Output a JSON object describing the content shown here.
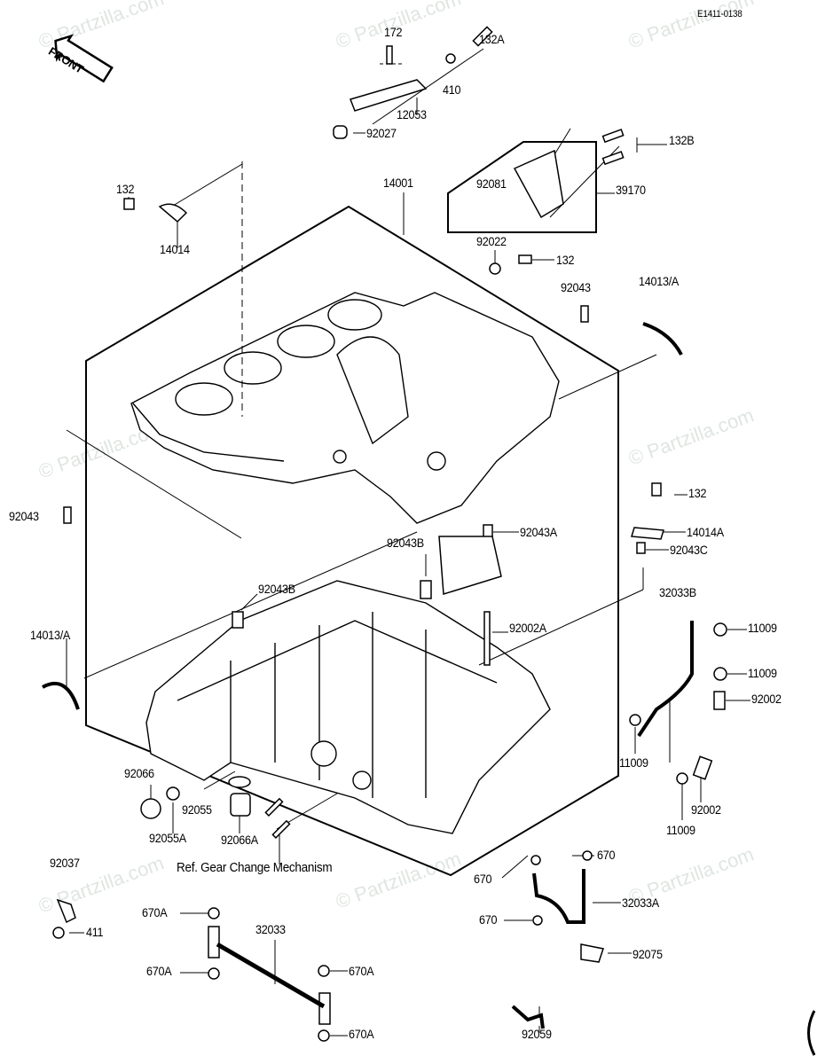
{
  "diagram_code": "E1411-0138",
  "front_arrow": "FRONT",
  "watermark": "© Partzilla.com",
  "reference_note": "Ref. Gear Change Mechanism",
  "part_labels": [
    "172",
    "132A",
    "410",
    "12053",
    "92027",
    "132B",
    "92081",
    "39170",
    "14001",
    "132",
    "14014",
    "92022",
    "132",
    "92043",
    "14013/A",
    "92043",
    "132",
    "14014A",
    "92043A",
    "92043B",
    "92043C",
    "92043B",
    "32033B",
    "11009",
    "92002A",
    "14013/A",
    "11009",
    "92002",
    "11009",
    "92002",
    "11009",
    "92066",
    "92055",
    "92055A",
    "92066A",
    "92037",
    "670",
    "670",
    "670",
    "32033A",
    "670A",
    "32033",
    "411",
    "670A",
    "670A",
    "92075",
    "92059",
    "670A"
  ],
  "colors": {
    "line": "#000000",
    "watermark": "#dfe6e1"
  }
}
